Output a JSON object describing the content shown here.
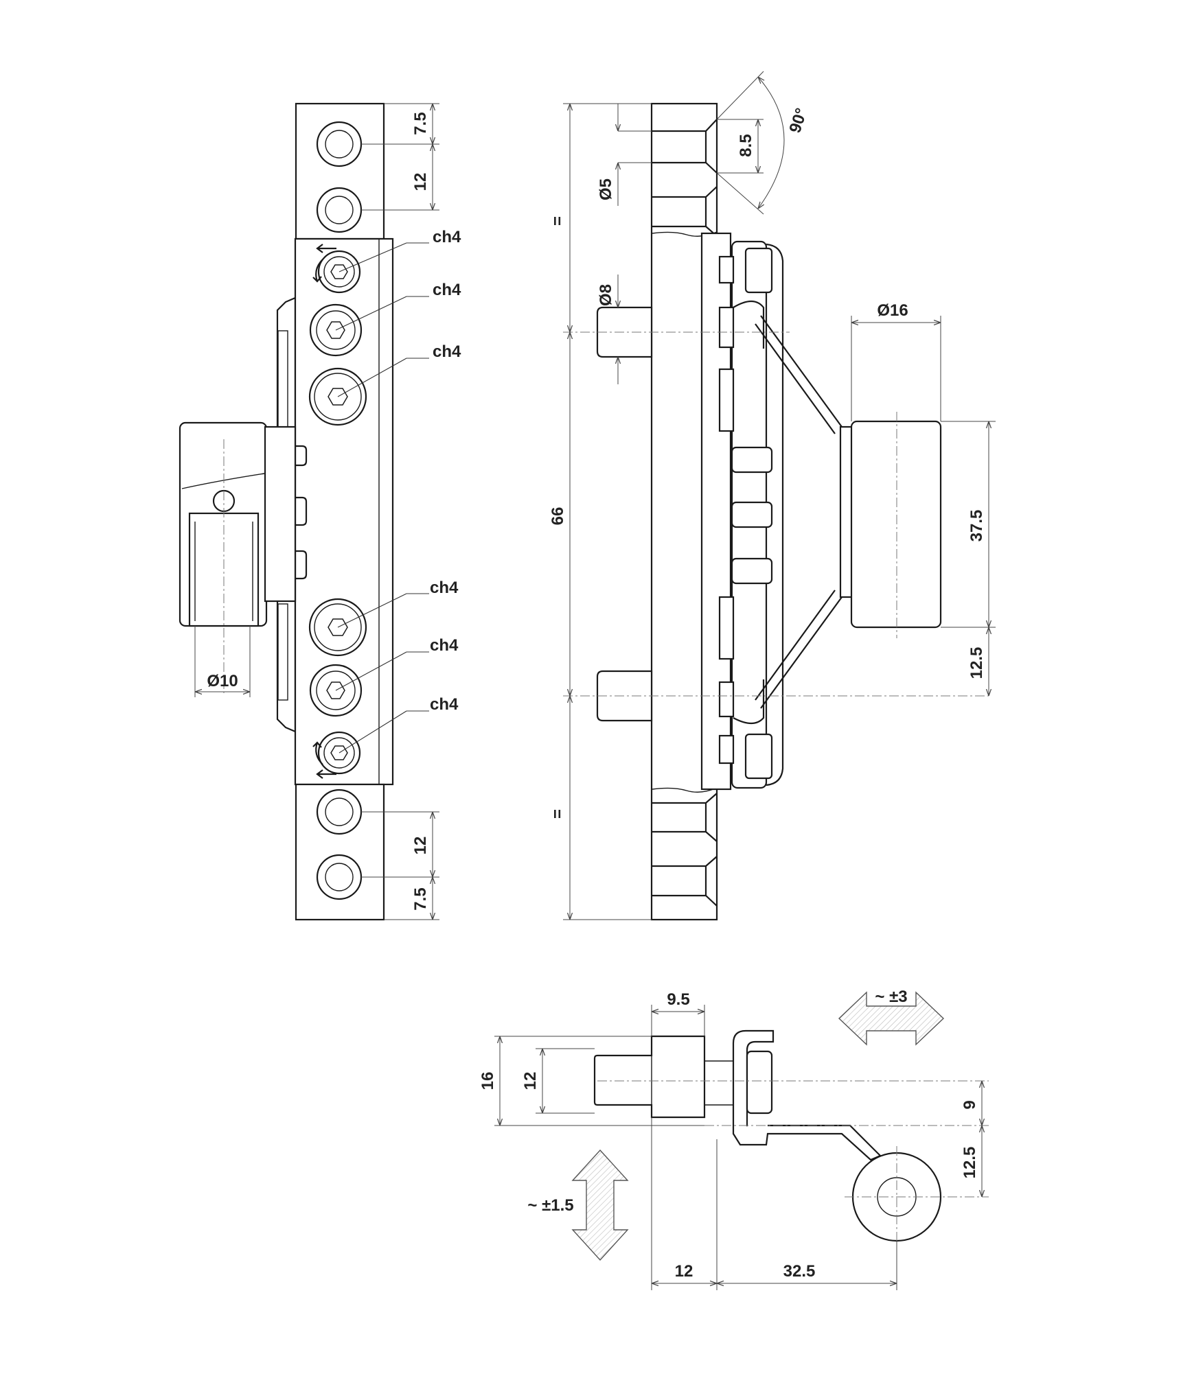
{
  "drawing": {
    "front_view": {
      "screw_label": "ch4",
      "pin_diameter": "Ø10",
      "top_dims": [
        "7.5",
        "12"
      ],
      "bottom_dims": [
        "12",
        "7.5"
      ]
    },
    "side_view": {
      "hole_diameter": "Ø5",
      "pin_diameter": "Ø8",
      "countersink_depth": "8.5",
      "countersink_angle": "90°",
      "roller_diameter": "Ø16",
      "overall_length": "66",
      "equal_mark": "=",
      "roller_length": "37.5",
      "roller_offset": "12.5"
    },
    "plan_view": {
      "plate_offset": "9.5",
      "body_height_outer": "16",
      "body_height_inner": "12",
      "vertical_adjust": "~ ±1.5",
      "horizontal_adjust": "~ ±3",
      "arm_height": "9",
      "arm_offset": "12.5",
      "plate_width": "12",
      "arm_reach": "32.5"
    }
  },
  "colors": {
    "line": "#1a1a1a",
    "dimension": "#444444",
    "text": "#222222"
  }
}
